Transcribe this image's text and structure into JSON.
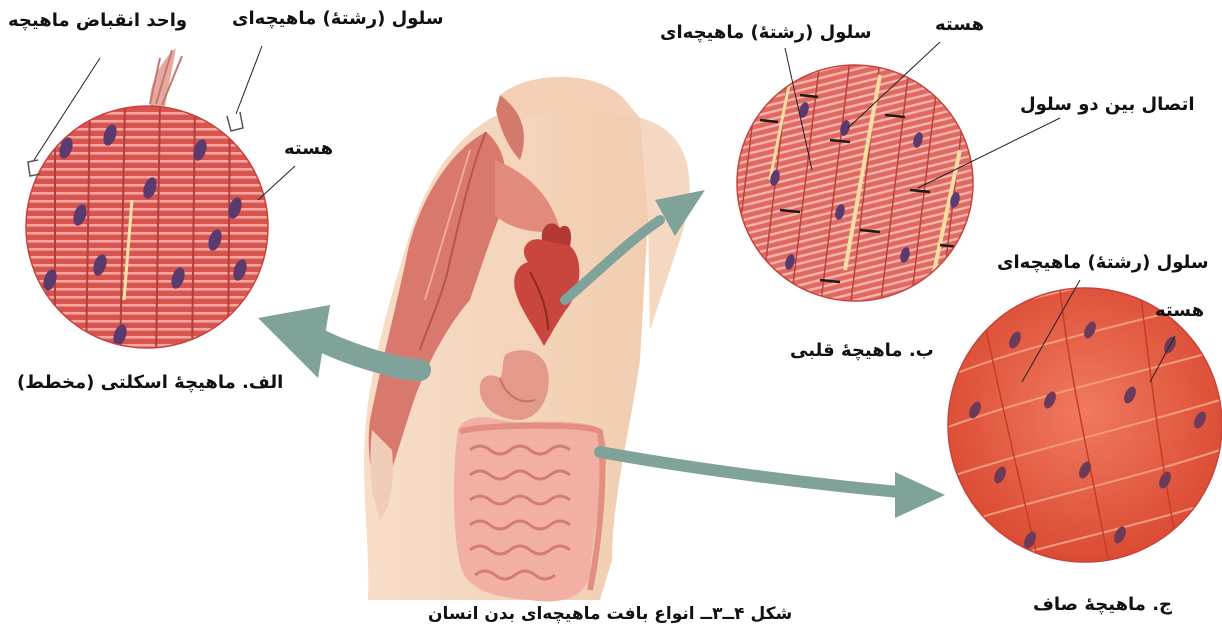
{
  "figure": {
    "caption": "شکل ۴ــ۳ــ انواع بافت ماهیچه‌ای بدن انسان",
    "colors": {
      "skeletal": "#d9534f",
      "cardiac": "#e06a62",
      "smooth": "#e8573f",
      "nucleus": "#5b3a6e",
      "arrow": "#7fa39b",
      "skin": "#f3d5bd",
      "label_line": "#222222"
    }
  },
  "skeletal": {
    "title": "الف. ماهیچهٔ اسکلتی (مخطط)",
    "label_unit": "واحد انقباض ماهیچه",
    "label_cell": "سلول (رشتهٔ) ماهیچه‌ای",
    "label_nucleus": "هسته"
  },
  "cardiac": {
    "title": "ب. ماهیچهٔ قلبی",
    "label_nucleus": "هسته",
    "label_cell": "سلول (رشتهٔ) ماهیچه‌ای",
    "label_junction": "اتصال بین دو سلول"
  },
  "smooth": {
    "title": "ج. ماهیچهٔ صاف",
    "label_cell": "سلول (رشتهٔ) ماهیچه‌ای",
    "label_nucleus": "هسته"
  }
}
